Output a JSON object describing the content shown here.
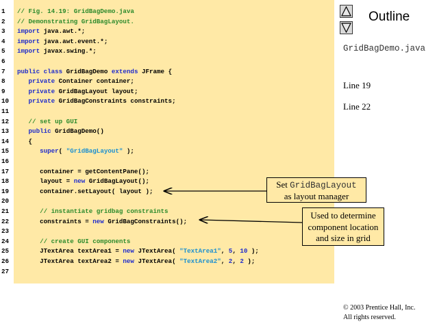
{
  "code": {
    "lines": [
      {
        "num": "1",
        "tokens": [
          {
            "t": "// Fig. 14.19: GridBagDemo.java",
            "c": "comment"
          }
        ]
      },
      {
        "num": "2",
        "tokens": [
          {
            "t": "// Demonstrating GridBagLayout.",
            "c": "comment"
          }
        ]
      },
      {
        "num": "3",
        "tokens": [
          {
            "t": "import",
            "c": "keyword"
          },
          {
            "t": " java.awt.*;",
            "c": "plain"
          }
        ]
      },
      {
        "num": "4",
        "tokens": [
          {
            "t": "import",
            "c": "keyword"
          },
          {
            "t": " java.awt.event.*;",
            "c": "plain"
          }
        ]
      },
      {
        "num": "5",
        "tokens": [
          {
            "t": "import",
            "c": "keyword"
          },
          {
            "t": " javax.swing.*;",
            "c": "plain"
          }
        ]
      },
      {
        "num": "6",
        "tokens": []
      },
      {
        "num": "7",
        "tokens": [
          {
            "t": "public class",
            "c": "keyword"
          },
          {
            "t": " GridBagDemo ",
            "c": "plain"
          },
          {
            "t": "extends",
            "c": "keyword"
          },
          {
            "t": " JFrame {",
            "c": "plain"
          }
        ]
      },
      {
        "num": "8",
        "tokens": [
          {
            "t": "   ",
            "c": "plain"
          },
          {
            "t": "private",
            "c": "keyword"
          },
          {
            "t": " Container container;",
            "c": "plain"
          }
        ]
      },
      {
        "num": "9",
        "tokens": [
          {
            "t": "   ",
            "c": "plain"
          },
          {
            "t": "private",
            "c": "keyword"
          },
          {
            "t": " GridBagLayout layout;",
            "c": "plain"
          }
        ]
      },
      {
        "num": "10",
        "tokens": [
          {
            "t": "   ",
            "c": "plain"
          },
          {
            "t": "private",
            "c": "keyword"
          },
          {
            "t": " GridBagConstraints constraints;",
            "c": "plain"
          }
        ]
      },
      {
        "num": "11",
        "tokens": []
      },
      {
        "num": "12",
        "tokens": [
          {
            "t": "   ",
            "c": "plain"
          },
          {
            "t": "// set up GUI",
            "c": "comment"
          }
        ]
      },
      {
        "num": "13",
        "tokens": [
          {
            "t": "   ",
            "c": "plain"
          },
          {
            "t": "public",
            "c": "keyword"
          },
          {
            "t": " GridBagDemo()",
            "c": "plain"
          }
        ]
      },
      {
        "num": "14",
        "tokens": [
          {
            "t": "   {",
            "c": "plain"
          }
        ]
      },
      {
        "num": "15",
        "tokens": [
          {
            "t": "      ",
            "c": "plain"
          },
          {
            "t": "super",
            "c": "keyword"
          },
          {
            "t": "( ",
            "c": "plain"
          },
          {
            "t": "\"GridBagLayout\"",
            "c": "string"
          },
          {
            "t": " );",
            "c": "plain"
          }
        ]
      },
      {
        "num": "16",
        "tokens": []
      },
      {
        "num": "17",
        "tokens": [
          {
            "t": "      container = getContentPane();",
            "c": "plain"
          }
        ]
      },
      {
        "num": "18",
        "tokens": [
          {
            "t": "      layout = ",
            "c": "plain"
          },
          {
            "t": "new",
            "c": "keyword"
          },
          {
            "t": " GridBagLayout();",
            "c": "plain"
          }
        ]
      },
      {
        "num": "19",
        "tokens": [
          {
            "t": "      container.setLayout( layout );",
            "c": "plain"
          }
        ]
      },
      {
        "num": "20",
        "tokens": []
      },
      {
        "num": "21",
        "tokens": [
          {
            "t": "      ",
            "c": "plain"
          },
          {
            "t": "// instantiate gridbag constraints",
            "c": "comment"
          }
        ]
      },
      {
        "num": "22",
        "tokens": [
          {
            "t": "      constraints = ",
            "c": "plain"
          },
          {
            "t": "new",
            "c": "keyword"
          },
          {
            "t": " GridBagConstraints();",
            "c": "plain"
          }
        ]
      },
      {
        "num": "23",
        "tokens": []
      },
      {
        "num": "24",
        "tokens": [
          {
            "t": "      ",
            "c": "plain"
          },
          {
            "t": "// create GUI components",
            "c": "comment"
          }
        ]
      },
      {
        "num": "25",
        "tokens": [
          {
            "t": "      JTextArea textArea1 = ",
            "c": "plain"
          },
          {
            "t": "new",
            "c": "keyword"
          },
          {
            "t": " JTextArea( ",
            "c": "plain"
          },
          {
            "t": "\"TextArea1\"",
            "c": "string"
          },
          {
            "t": ", ",
            "c": "plain"
          },
          {
            "t": "5",
            "c": "number"
          },
          {
            "t": ", ",
            "c": "plain"
          },
          {
            "t": "10",
            "c": "number"
          },
          {
            "t": " );",
            "c": "plain"
          }
        ]
      },
      {
        "num": "26",
        "tokens": [
          {
            "t": "      JTextArea textArea2 = ",
            "c": "plain"
          },
          {
            "t": "new",
            "c": "keyword"
          },
          {
            "t": " JTextArea( ",
            "c": "plain"
          },
          {
            "t": "\"TextArea2\"",
            "c": "string"
          },
          {
            "t": ", ",
            "c": "plain"
          },
          {
            "t": "2",
            "c": "number"
          },
          {
            "t": ", ",
            "c": "plain"
          },
          {
            "t": "2",
            "c": "number"
          },
          {
            "t": " );",
            "c": "plain"
          }
        ]
      },
      {
        "num": "27",
        "tokens": []
      }
    ]
  },
  "outline": {
    "title": "Outline",
    "filename": "GridBagDemo.java",
    "line_refs": [
      "Line 19",
      "Line 22"
    ]
  },
  "nav": {
    "up_icon": "triangle-up-icon",
    "down_icon": "triangle-down-icon"
  },
  "callouts": {
    "set_layout": {
      "prefix": "Set ",
      "mono": "GridBagLayout",
      "second_line": "as layout manager"
    },
    "constraints": {
      "lines": [
        "Used to determine",
        "component location",
        "and size in grid"
      ]
    }
  },
  "copyright": {
    "line1": "© 2003 Prentice Hall, Inc.",
    "line2": "All rights reserved."
  },
  "colors": {
    "code_background": "#ffe9a6",
    "comment": "#2c8a2c",
    "keyword": "#1f2ccc",
    "string": "#1a8fd0"
  }
}
